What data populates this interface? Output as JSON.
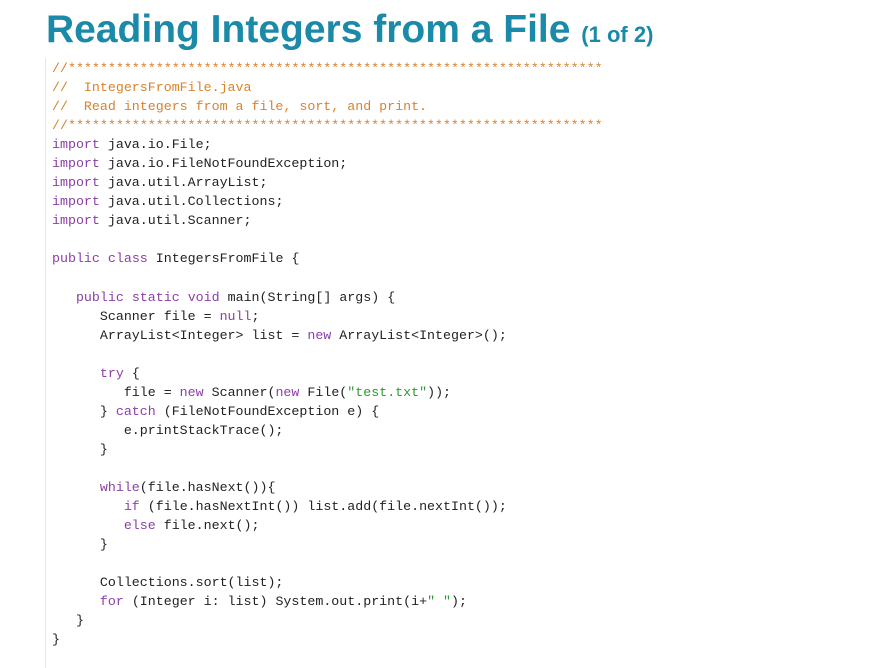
{
  "slide": {
    "title": "Reading Integers from a File",
    "subtitle": "(1 of 2)"
  },
  "code": {
    "lines": [
      [
        {
          "t": "comment",
          "v": "//*******************************************************************"
        }
      ],
      [
        {
          "t": "comment",
          "v": "//  IntegersFromFile.java"
        }
      ],
      [
        {
          "t": "comment",
          "v": "//  Read integers from a file, sort, and print."
        }
      ],
      [
        {
          "t": "comment",
          "v": "//*******************************************************************"
        }
      ],
      [
        {
          "t": "keyword",
          "v": "import"
        },
        {
          "t": "plain",
          "v": " java.io.File;"
        }
      ],
      [
        {
          "t": "keyword",
          "v": "import"
        },
        {
          "t": "plain",
          "v": " java.io.FileNotFoundException;"
        }
      ],
      [
        {
          "t": "keyword",
          "v": "import"
        },
        {
          "t": "plain",
          "v": " java.util.ArrayList;"
        }
      ],
      [
        {
          "t": "keyword",
          "v": "import"
        },
        {
          "t": "plain",
          "v": " java.util.Collections;"
        }
      ],
      [
        {
          "t": "keyword",
          "v": "import"
        },
        {
          "t": "plain",
          "v": " java.util.Scanner;"
        }
      ],
      [],
      [
        {
          "t": "keyword",
          "v": "public"
        },
        {
          "t": "plain",
          "v": " "
        },
        {
          "t": "keyword",
          "v": "class"
        },
        {
          "t": "plain",
          "v": " IntegersFromFile {"
        }
      ],
      [],
      [
        {
          "t": "plain",
          "v": "   "
        },
        {
          "t": "keyword",
          "v": "public"
        },
        {
          "t": "plain",
          "v": " "
        },
        {
          "t": "keyword",
          "v": "static"
        },
        {
          "t": "plain",
          "v": " "
        },
        {
          "t": "keyword",
          "v": "void"
        },
        {
          "t": "plain",
          "v": " main(String[] args) {"
        }
      ],
      [
        {
          "t": "plain",
          "v": "      Scanner file = "
        },
        {
          "t": "literal",
          "v": "null"
        },
        {
          "t": "plain",
          "v": ";"
        }
      ],
      [
        {
          "t": "plain",
          "v": "      ArrayList<Integer> list = "
        },
        {
          "t": "keyword",
          "v": "new"
        },
        {
          "t": "plain",
          "v": " ArrayList<Integer>();"
        }
      ],
      [],
      [
        {
          "t": "plain",
          "v": "      "
        },
        {
          "t": "keyword",
          "v": "try"
        },
        {
          "t": "plain",
          "v": " {"
        }
      ],
      [
        {
          "t": "plain",
          "v": "         file = "
        },
        {
          "t": "keyword",
          "v": "new"
        },
        {
          "t": "plain",
          "v": " Scanner("
        },
        {
          "t": "keyword",
          "v": "new"
        },
        {
          "t": "plain",
          "v": " File("
        },
        {
          "t": "string",
          "v": "\"test.txt\""
        },
        {
          "t": "plain",
          "v": "));"
        }
      ],
      [
        {
          "t": "plain",
          "v": "      } "
        },
        {
          "t": "keyword",
          "v": "catch"
        },
        {
          "t": "plain",
          "v": " (FileNotFoundException e) {"
        }
      ],
      [
        {
          "t": "plain",
          "v": "         e.printStackTrace();"
        }
      ],
      [
        {
          "t": "plain",
          "v": "      }"
        }
      ],
      [],
      [
        {
          "t": "plain",
          "v": "      "
        },
        {
          "t": "keyword",
          "v": "while"
        },
        {
          "t": "plain",
          "v": "(file.hasNext()){"
        }
      ],
      [
        {
          "t": "plain",
          "v": "         "
        },
        {
          "t": "keyword",
          "v": "if"
        },
        {
          "t": "plain",
          "v": " (file.hasNextInt()) list.add(file.nextInt());"
        }
      ],
      [
        {
          "t": "plain",
          "v": "         "
        },
        {
          "t": "keyword",
          "v": "else"
        },
        {
          "t": "plain",
          "v": " file.next();"
        }
      ],
      [
        {
          "t": "plain",
          "v": "      }"
        }
      ],
      [],
      [
        {
          "t": "plain",
          "v": "      Collections.sort(list);"
        }
      ],
      [
        {
          "t": "plain",
          "v": "      "
        },
        {
          "t": "keyword",
          "v": "for"
        },
        {
          "t": "plain",
          "v": " (Integer i: list) System.out.print(i+"
        },
        {
          "t": "string",
          "v": "\" \""
        },
        {
          "t": "plain",
          "v": ");"
        }
      ],
      [
        {
          "t": "plain",
          "v": "   }"
        }
      ],
      [
        {
          "t": "plain",
          "v": "}"
        }
      ]
    ]
  }
}
